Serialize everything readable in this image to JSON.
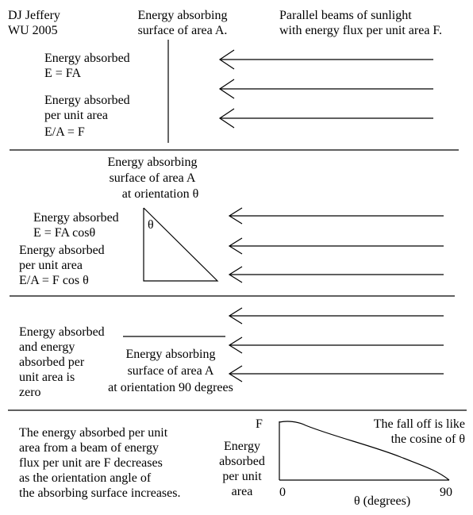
{
  "credit": [
    "DJ Jeffery",
    "WU 2005"
  ],
  "panel1": {
    "surface_label": [
      "Energy absorbing",
      "surface of area A."
    ],
    "beams_label": [
      "Parallel beams of sunlight",
      "with energy flux per unit area F."
    ],
    "absorbed": [
      "Energy absorbed",
      "E = FA"
    ],
    "per_area": [
      "Energy absorbed",
      "per unit area",
      "E/A = F"
    ]
  },
  "panel2": {
    "surface_label": [
      "Energy absorbing",
      "surface of area A",
      "at orientation θ"
    ],
    "absorbed": [
      "Energy absorbed",
      "E = FA cosθ"
    ],
    "per_area": [
      "Energy absorbed",
      "per unit area",
      "E/A = F cos θ"
    ],
    "theta": "θ"
  },
  "panel3": {
    "absorbed": [
      "Energy absorbed",
      "and energy",
      "absorbed per",
      "unit area is",
      "zero"
    ],
    "surface_label": [
      "Energy absorbing",
      "surface of area A",
      "at orientation 90 degrees"
    ]
  },
  "panel4": {
    "summary": [
      "The energy absorbed per unit",
      "area from a beam of energy",
      "flux per unit are F decreases",
      "as the orientation angle of",
      "the absorbing surface increases."
    ],
    "y_top": "F",
    "ylabel": [
      "Energy",
      "absorbed",
      "per unit",
      "area"
    ],
    "x_min": "0",
    "x_max": "90",
    "xlabel": "θ (degrees)",
    "note": [
      "The fall off is like",
      "the cosine of θ"
    ]
  },
  "colors": {
    "ink": "#000000",
    "background": "#ffffff"
  }
}
